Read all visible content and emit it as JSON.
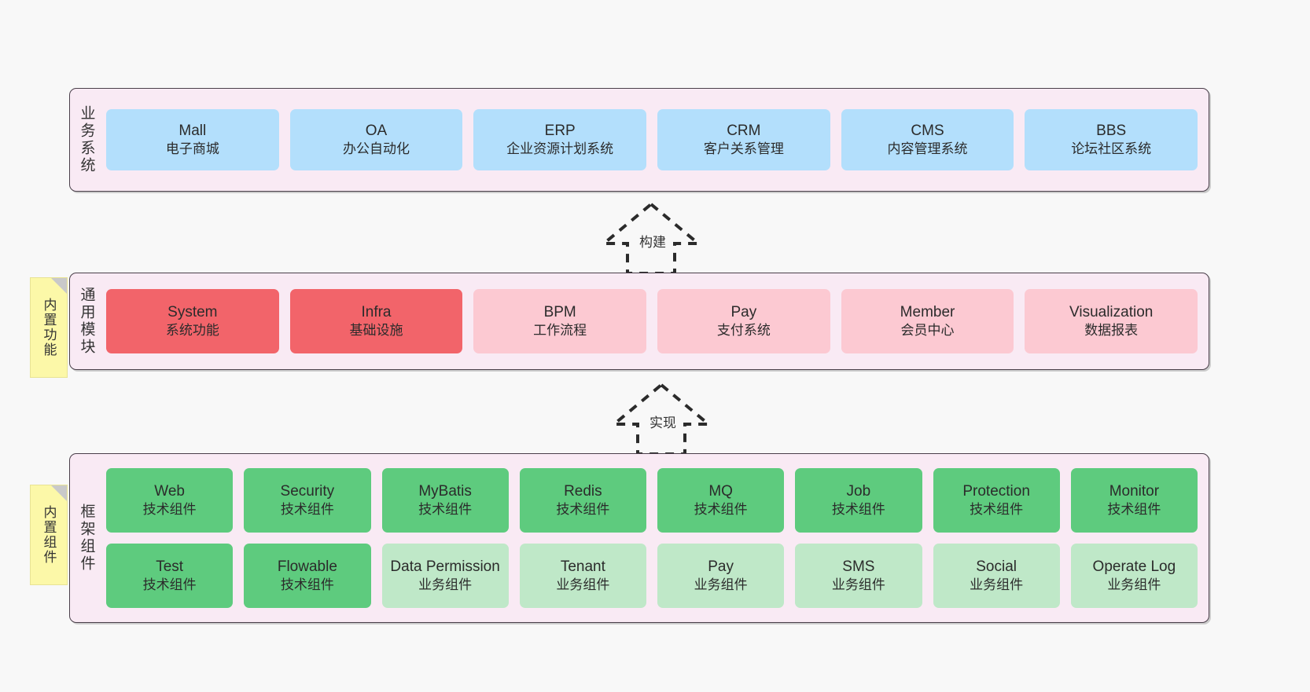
{
  "layers": [
    {
      "id": "business-system",
      "title": "业务系统",
      "cards": [
        {
          "name": "Mall",
          "desc": "电子商城"
        },
        {
          "name": "OA",
          "desc": "办公自动化"
        },
        {
          "name": "ERP",
          "desc": "企业资源计划系统"
        },
        {
          "name": "CRM",
          "desc": "客户关系管理"
        },
        {
          "name": "CMS",
          "desc": "内容管理系统"
        },
        {
          "name": "BBS",
          "desc": "论坛社区系统"
        }
      ]
    },
    {
      "id": "common-module",
      "title": "通用模块",
      "note": "内置功能",
      "cards": [
        {
          "name": "System",
          "desc": "系统功能"
        },
        {
          "name": "Infra",
          "desc": "基础设施"
        },
        {
          "name": "BPM",
          "desc": "工作流程"
        },
        {
          "name": "Pay",
          "desc": "支付系统"
        },
        {
          "name": "Member",
          "desc": "会员中心"
        },
        {
          "name": "Visualization",
          "desc": "数据报表"
        }
      ]
    },
    {
      "id": "framework-component",
      "title": "框架组件",
      "note": "内置组件",
      "row1": [
        {
          "name": "Web",
          "desc": "技术组件"
        },
        {
          "name": "Security",
          "desc": "技术组件"
        },
        {
          "name": "MyBatis",
          "desc": "技术组件"
        },
        {
          "name": "Redis",
          "desc": "技术组件"
        },
        {
          "name": "MQ",
          "desc": "技术组件"
        },
        {
          "name": "Job",
          "desc": "技术组件"
        },
        {
          "name": "Protection",
          "desc": "技术组件"
        },
        {
          "name": "Monitor",
          "desc": "技术组件"
        }
      ],
      "row2": [
        {
          "name": "Test",
          "desc": "技术组件"
        },
        {
          "name": "Flowable",
          "desc": "技术组件"
        },
        {
          "name": "Data Permission",
          "desc": "业务组件"
        },
        {
          "name": "Tenant",
          "desc": "业务组件"
        },
        {
          "name": "Pay",
          "desc": "业务组件"
        },
        {
          "name": "SMS",
          "desc": "业务组件"
        },
        {
          "name": "Social",
          "desc": "业务组件"
        },
        {
          "name": "Operate Log",
          "desc": "业务组件"
        }
      ]
    }
  ],
  "arrows": [
    {
      "id": "build",
      "label": "构建"
    },
    {
      "id": "implement",
      "label": "实现"
    }
  ],
  "colors": {
    "panel_bg": "#f9eaf4",
    "panel_border": "#4a3f4a",
    "business": "#b3dffc",
    "module_core": "#f2646a",
    "module_soft": "#fcc9d2",
    "tech_component": "#5ecb7e",
    "business_component": "#bfe8c8",
    "note_bg": "#fcf8a8",
    "canvas_bg": "#f8f8f8"
  }
}
